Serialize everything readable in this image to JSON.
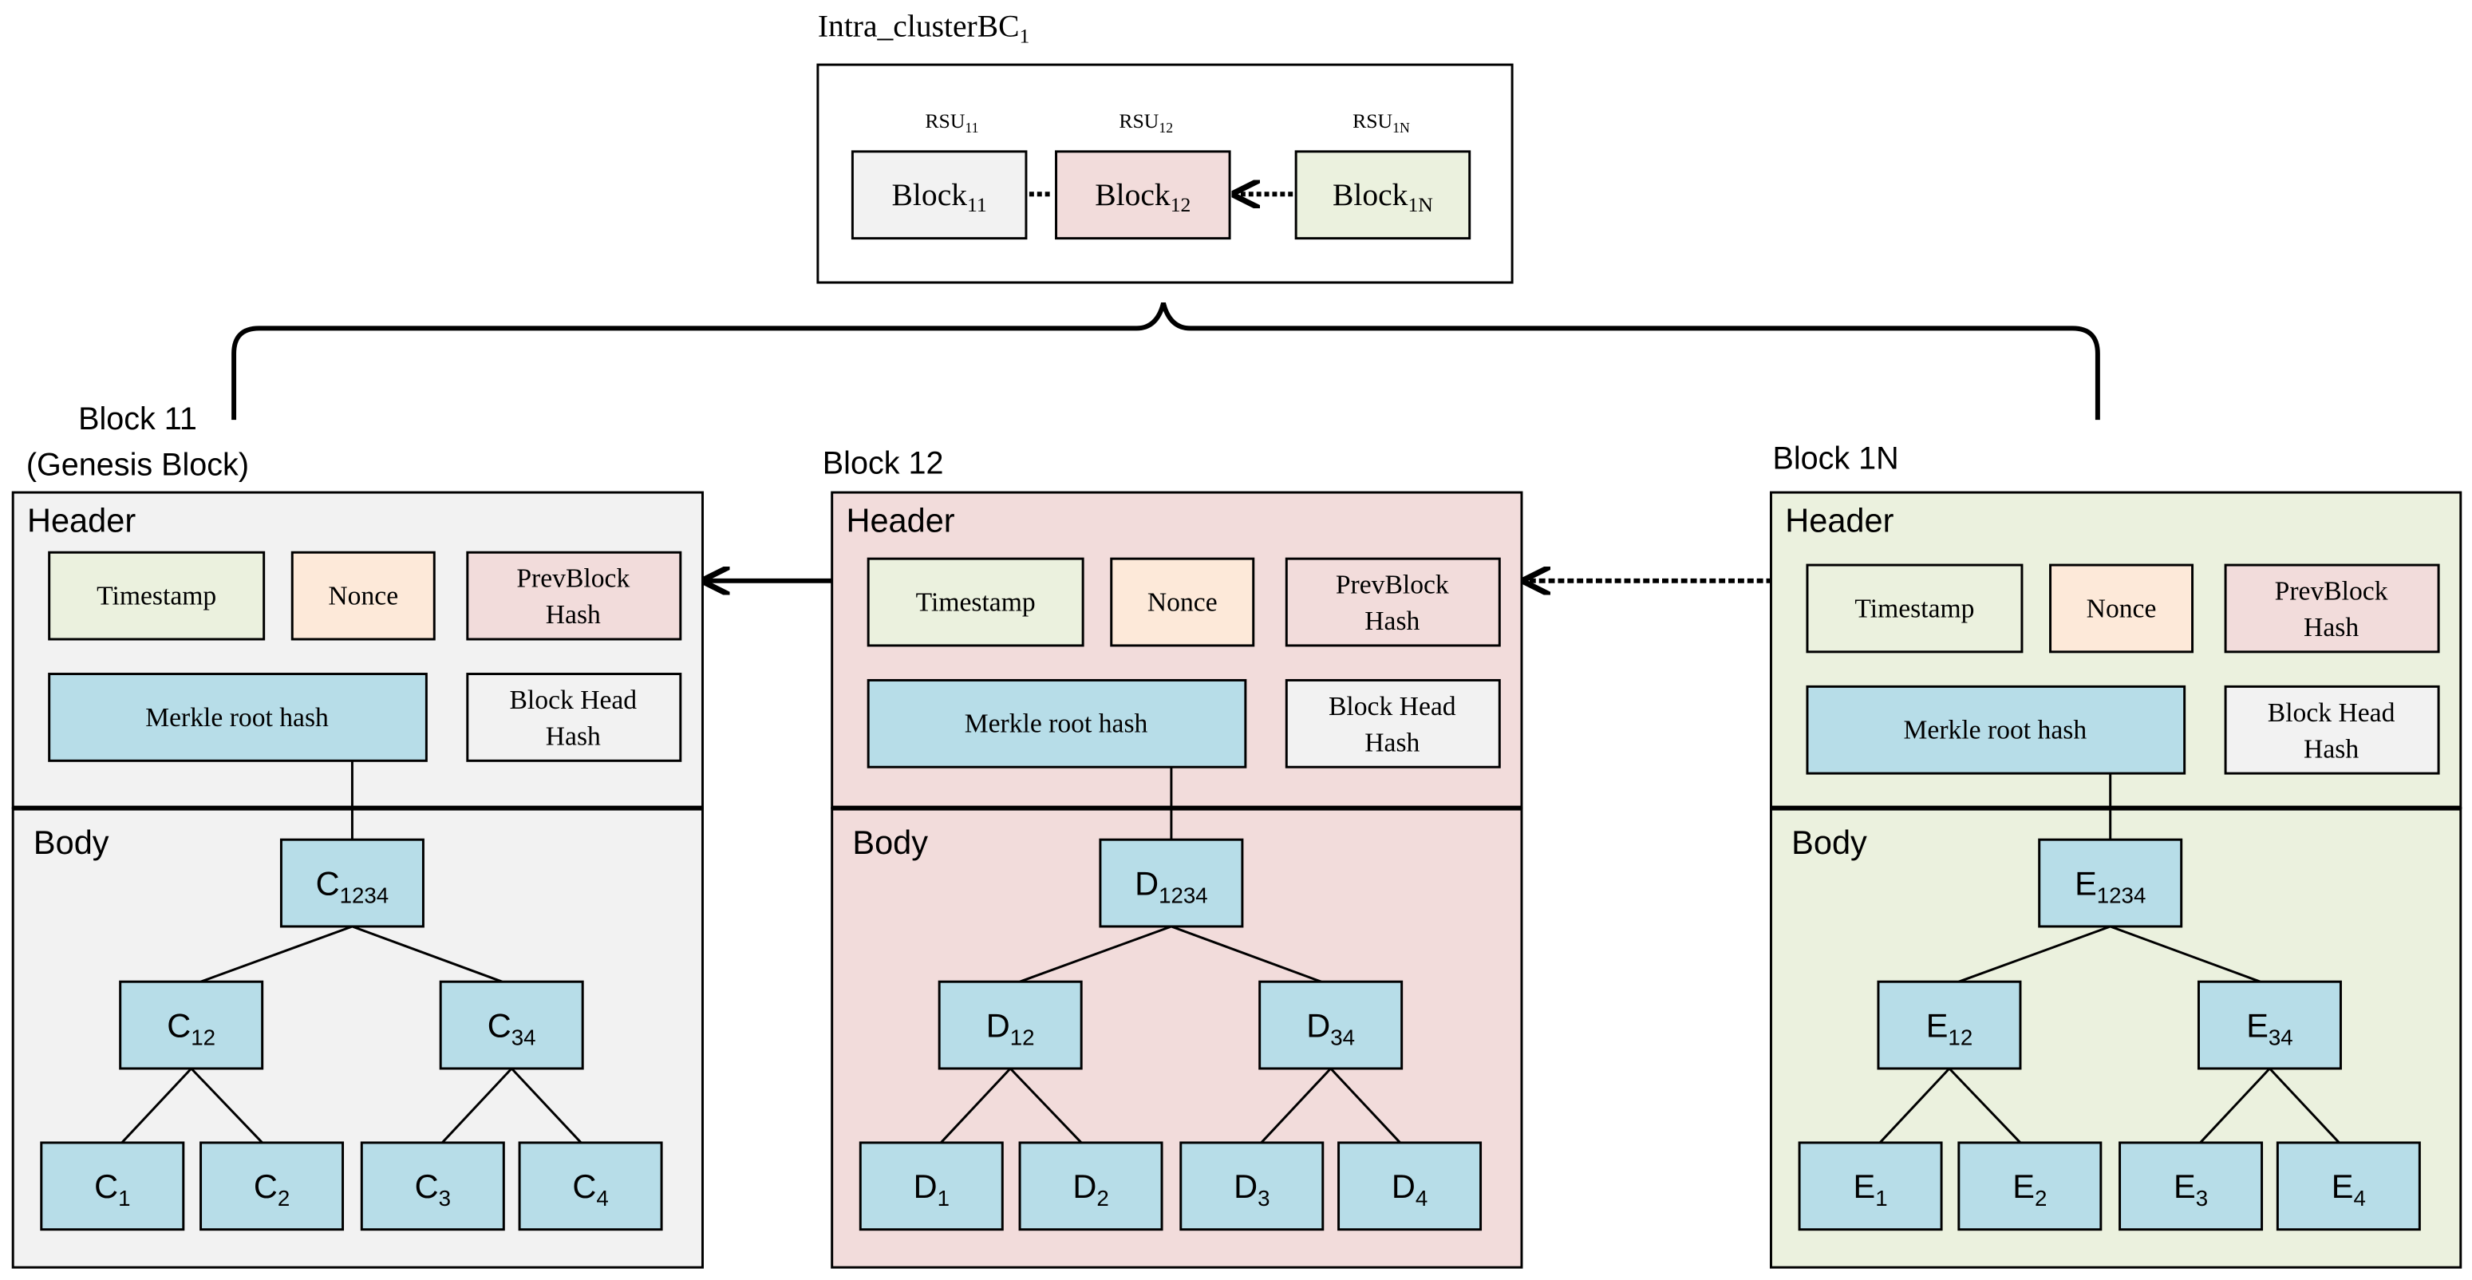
{
  "title": {
    "main": "Intra_clusterBC",
    "sub": "1"
  },
  "chain": [
    {
      "rsu": "RSU",
      "rsu_sub": "11",
      "block": "Block",
      "block_sub": "11",
      "fill": "#f2f2f2"
    },
    {
      "rsu": "RSU",
      "rsu_sub": "12",
      "block": "Block",
      "block_sub": "12",
      "fill": "#f2dcdb"
    },
    {
      "rsu": "RSU",
      "rsu_sub": "1N",
      "block": "Block",
      "block_sub": "1N",
      "fill": "#ebf1de"
    }
  ],
  "blocks": [
    {
      "label": "Block 11",
      "label2": "(Genesis Block)",
      "fill": "#f2f2f2",
      "header": "Header",
      "body": "Body",
      "timestamp": "Timestamp",
      "nonce": "Nonce",
      "prev_hash": [
        "PrevBlock",
        "Hash"
      ],
      "merkle": "Merkle root hash",
      "head_hash": [
        "Block Head",
        "Hash"
      ],
      "letter": "C"
    },
    {
      "label": "Block 12",
      "label2": "",
      "fill": "#f2dcdb",
      "header": "Header",
      "body": "Body",
      "timestamp": "Timestamp",
      "nonce": "Nonce",
      "prev_hash": [
        "PrevBlock",
        "Hash"
      ],
      "merkle": "Merkle root hash",
      "head_hash": [
        "Block Head",
        "Hash"
      ],
      "letter": "D"
    },
    {
      "label": "Block 1N",
      "label2": "",
      "fill": "#ebf1de",
      "header": "Header",
      "body": "Body",
      "timestamp": "Timestamp",
      "nonce": "Nonce",
      "prev_hash": [
        "PrevBlock",
        "Hash"
      ],
      "merkle": "Merkle root hash",
      "head_hash": [
        "Block Head",
        "Hash"
      ],
      "letter": "E"
    }
  ],
  "tree_subs": {
    "root": "1234",
    "left": "12",
    "right": "34",
    "leaves": [
      "1",
      "2",
      "3",
      "4"
    ]
  },
  "colors": {
    "timestamp": "#ebf1de",
    "nonce": "#fde9d9",
    "prev_hash": "#f2dcdb",
    "head_hash": "#f2f2f2",
    "merkle": "#b7dde8",
    "tree_node": "#b7dde8",
    "stroke": "#000000"
  }
}
